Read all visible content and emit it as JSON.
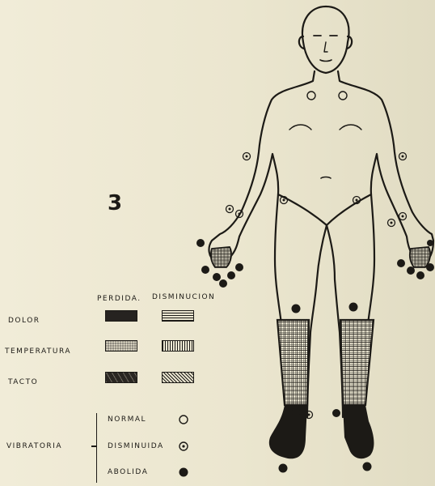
{
  "figure_number": "3",
  "legend": {
    "header_loss": "PERDIDA.",
    "header_decrease": "DISMINUCION",
    "rows": [
      {
        "label": "DOLOR"
      },
      {
        "label": "TEMPERATURA"
      },
      {
        "label": "TACTO"
      }
    ],
    "vibration": {
      "label": "VIBRATORIA",
      "normal": "NORMAL",
      "decreased": "DISMINUIDA",
      "abolished": "ABOLIDA"
    }
  },
  "icons": {
    "normal_marker": "open-circle",
    "decreased_marker": "dotted-circle",
    "abolished_marker": "filled-circle"
  }
}
